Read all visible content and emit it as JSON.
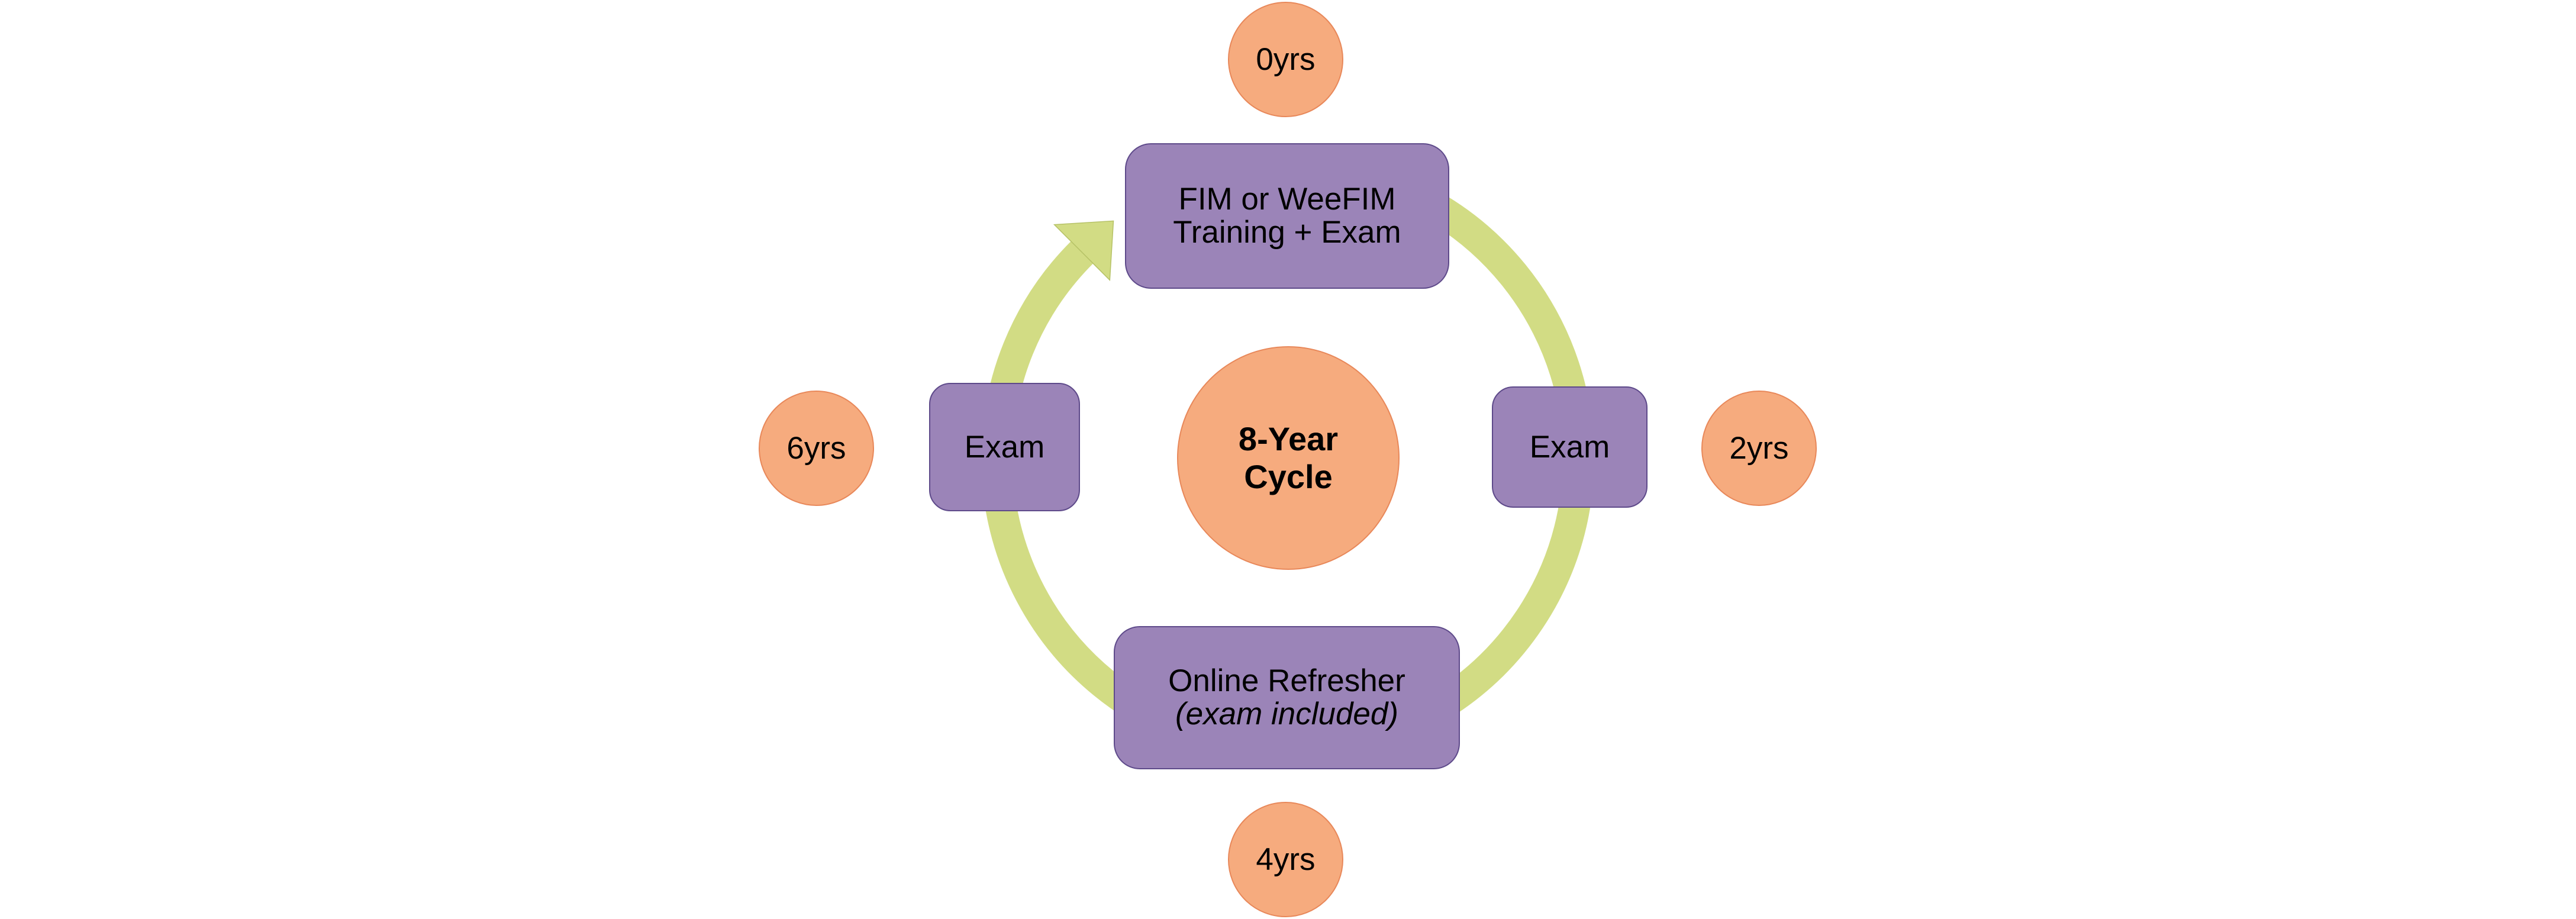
{
  "diagram": {
    "type": "cycle",
    "center": {
      "line1": "8-Year",
      "line2": "Cycle"
    },
    "steps": [
      {
        "id": "top",
        "line1": "FIM or WeeFIM",
        "line2": "Training + Exam",
        "year_label": "0yrs"
      },
      {
        "id": "right",
        "line1": "Exam",
        "year_label": "2yrs"
      },
      {
        "id": "bottom",
        "line1": "Online Refresher",
        "line2": "(exam included)",
        "line2_italic": true,
        "year_label": "4yrs"
      },
      {
        "id": "left",
        "line1": "Exam",
        "year_label": "6yrs"
      }
    ],
    "flow_direction": "clockwise",
    "colors": {
      "step_box": "#9b84b8",
      "step_box_border": "#5e4a8a",
      "circle": "#f6ab7e",
      "circle_border": "#e8885a",
      "arrow": "#d2dc84",
      "arrow_border": "#b6c267"
    }
  }
}
